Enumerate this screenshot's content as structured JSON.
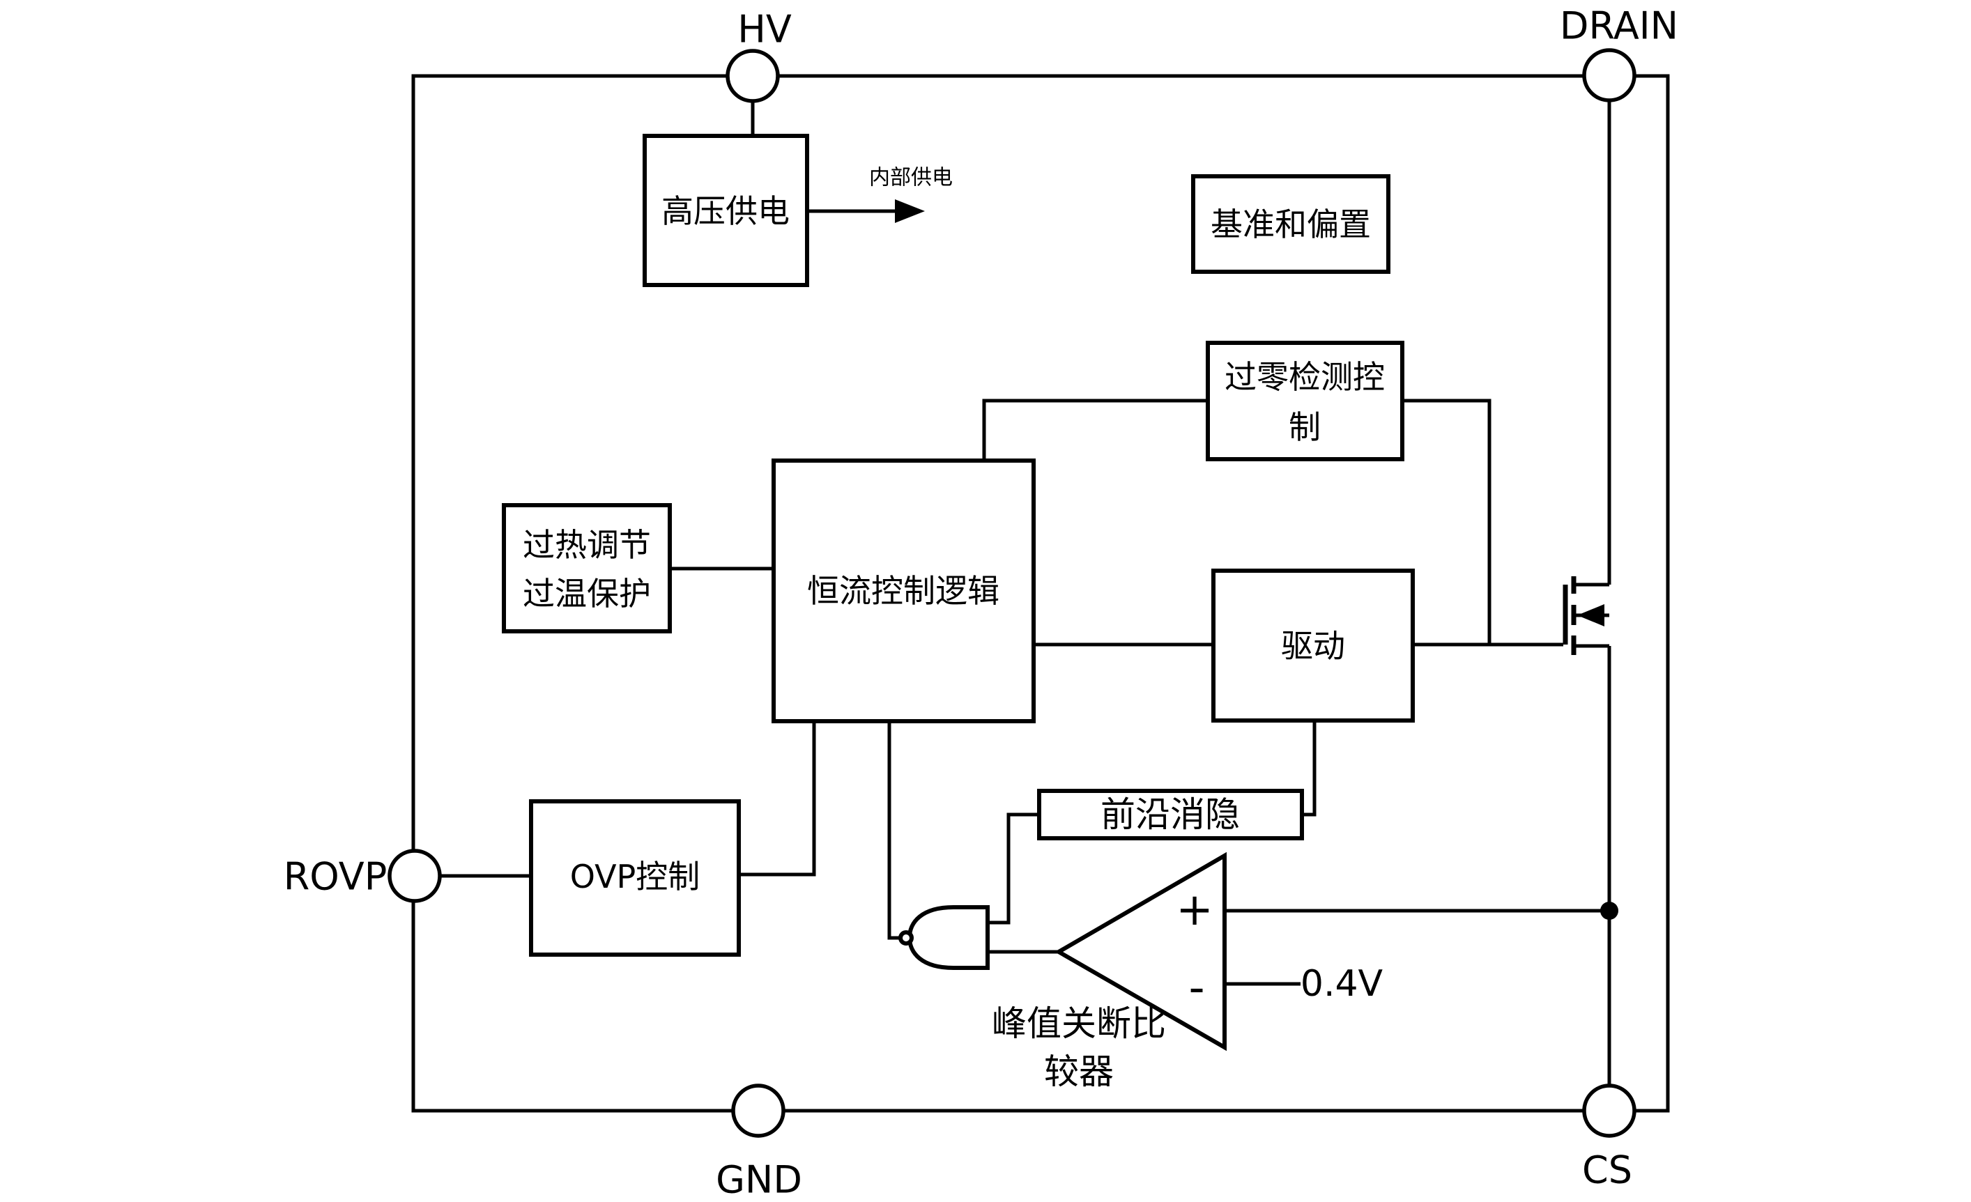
{
  "diagram": {
    "background": "#ffffff",
    "line_color": "#000000",
    "pins": {
      "hv": "HV",
      "drain": "DRAIN",
      "rovp": "ROVP",
      "gnd": "GND",
      "cs": "CS"
    },
    "blocks": {
      "hv_supply": {
        "label": "高压供电"
      },
      "ref_bias": {
        "label": "基准和偏置"
      },
      "zcd": {
        "line1": "过零检测控",
        "line2": "制"
      },
      "thermal": {
        "line1": "过热调节",
        "line2": "过温保护"
      },
      "cc_logic": {
        "label": "恒流控制逻辑"
      },
      "driver": {
        "label": "驱动"
      },
      "leb": {
        "label": "前沿消隐"
      },
      "ovp": {
        "label": "OVP控制"
      }
    },
    "annotations": {
      "internal_supply": "内部供电",
      "comparator_ref": "0.4V",
      "comparator_name_line1": "峰值关断比",
      "comparator_name_line2": "较器",
      "comparator_plus": "+",
      "comparator_minus": "-"
    }
  }
}
